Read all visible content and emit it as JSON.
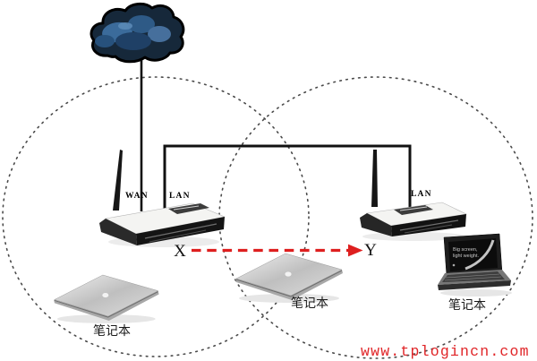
{
  "diagram": {
    "labels": {
      "wan": "WAN",
      "lan_left": "LAN",
      "lan_right": "LAN",
      "point_x": "X",
      "point_y": "Y"
    },
    "laptops": [
      {
        "label": "笔记本"
      },
      {
        "label": "笔记本"
      },
      {
        "label": "笔记本",
        "screen_line1": "Big screen,",
        "screen_line2": "light weight."
      }
    ],
    "watermark": "www.tplogincn.com",
    "icons": {
      "cloud": "internet-cloud-icon",
      "router": "wireless-router-icon",
      "laptop": "laptop-icon",
      "arrow": "roaming-direction-arrow"
    },
    "colors": {
      "arrow_red": "#de1f1f",
      "watermark_red": "#e02427",
      "dot_gray": "#4a4a4a",
      "cable_black": "#111111",
      "cloud_dark": "#16283a",
      "cloud_blue": "#3b6b9b"
    }
  }
}
